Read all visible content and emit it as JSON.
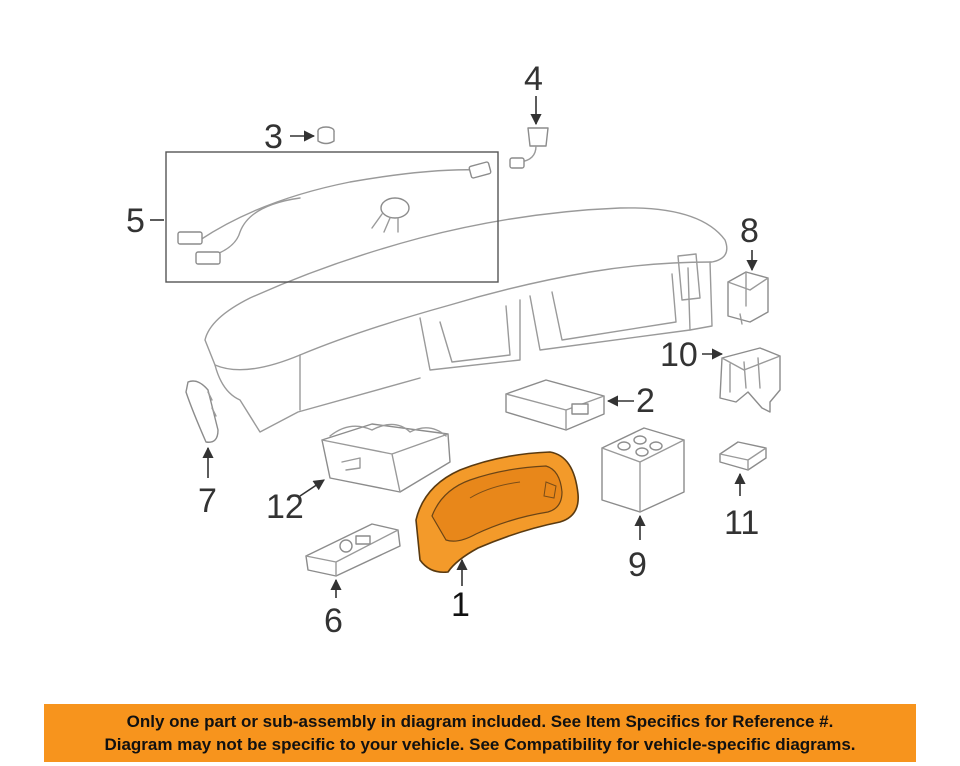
{
  "accent_color": "#f7941d",
  "highlight_color": "#f39a2a",
  "callouts": {
    "c1": "1",
    "c2": "2",
    "c3": "3",
    "c4": "4",
    "c5": "5",
    "c6": "6",
    "c7": "7",
    "c8": "8",
    "c9": "9",
    "c10": "10",
    "c11": "11",
    "c12": "12"
  },
  "highlighted_part": "1",
  "banner": {
    "line1": "Only one part or sub-assembly in diagram included. See Item Specifics for Reference #.",
    "line2": "Diagram may not be specific to your vehicle. See Compatibility for vehicle-specific diagrams."
  }
}
